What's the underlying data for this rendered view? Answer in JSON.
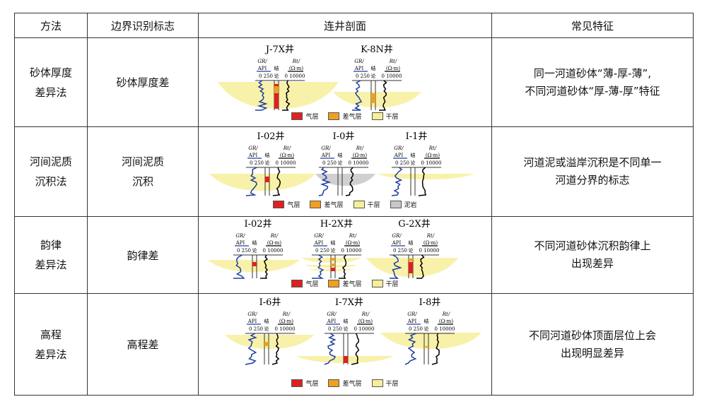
{
  "headers": [
    "方法",
    "边界识别标志",
    "连井剖面",
    "常见特征"
  ],
  "scale": {
    "gr_top": "GR/",
    "gr_unit": "API",
    "gr_range": "0  250",
    "concl": "结论",
    "rt_top": "Rt/",
    "rt_unit": "(Ω·m)",
    "rt_range": "0   10000"
  },
  "legend_items": {
    "gas": "气层",
    "poor_gas": "差气层",
    "dry": "干层",
    "mudstone": "泥岩"
  },
  "colors": {
    "gas": "#e02020",
    "poor_gas": "#f0a020",
    "dry": "#f7ee9a",
    "mudstone": "#c8c8c8",
    "gr": "#1f3fa0",
    "rt": "#000000"
  },
  "rows": [
    {
      "method": [
        "砂体厚度",
        "差异法"
      ],
      "marker": "砂体厚度差",
      "wells": [
        "J-7X井",
        "K-8N井"
      ],
      "feature": [
        "同一河道砂体“薄-厚-薄”,",
        "不同河道砂体“厚-薄-厚”特征"
      ]
    },
    {
      "method": [
        "河间泥质",
        "沉积法"
      ],
      "marker": "河间泥质\n沉积",
      "marker_lines": [
        "河间泥质",
        "沉积"
      ],
      "wells": [
        "I-02井",
        "I-0井",
        "I-1井"
      ],
      "feature": [
        "河道泥或溢岸沉积是不同单一",
        "河道分界的标志"
      ]
    },
    {
      "method": [
        "韵律",
        "差异法"
      ],
      "marker": "韵律差",
      "wells": [
        "I-02井",
        "H-2X井",
        "G-2X井"
      ],
      "feature": [
        "不同河道砂体沉积韵律上",
        "出现差异"
      ]
    },
    {
      "method": [
        "高程",
        "差异法"
      ],
      "marker": "高程差",
      "wells": [
        "I-6井",
        "I-7X井",
        "I-8井"
      ],
      "feature": [
        "不同河道砂体顶面层位上会",
        "出现明显差异"
      ]
    }
  ]
}
